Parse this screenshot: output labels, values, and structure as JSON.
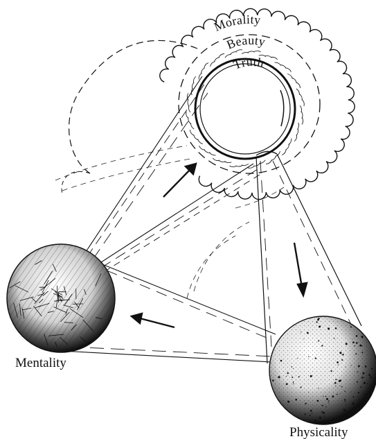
{
  "diagram": {
    "worlds": {
      "platonic": {
        "name": ""
      },
      "mental": {
        "name": "Mentality"
      },
      "physical": {
        "name": "Physicality"
      }
    },
    "halo_labels": {
      "outer": "Morality",
      "middle": "Beauty",
      "inner": "Truth"
    },
    "flow": [
      "mental",
      "platonic",
      "physical",
      "mental"
    ],
    "colors": {
      "ink": "#111111",
      "paper": "#ffffff"
    }
  }
}
